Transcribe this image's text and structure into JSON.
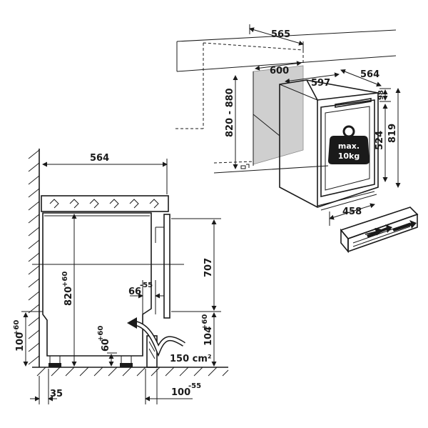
{
  "labels": {
    "top_565": "565",
    "top_600": "600",
    "top_564": "564",
    "top_597": "597",
    "height_range": "820 - 880",
    "dim_98": "98",
    "dim_524": "524",
    "dim_819": "819",
    "weight_line1": "max.",
    "weight_line2": "10kg",
    "dim_458": "458",
    "side_564": "564",
    "side_820": "820",
    "side_820_sup": "+60",
    "side_707": "707",
    "side_66": "66",
    "side_66_sup": "-55",
    "side_100": "100",
    "side_100_sup": "+60",
    "side_60": "60",
    "side_60_sup": "+60",
    "side_104": "104",
    "side_104_sup": "+60",
    "vent_area": "150 cm²",
    "bottom_35": "35",
    "bottom_100": "100",
    "bottom_100_sup": "-55"
  }
}
